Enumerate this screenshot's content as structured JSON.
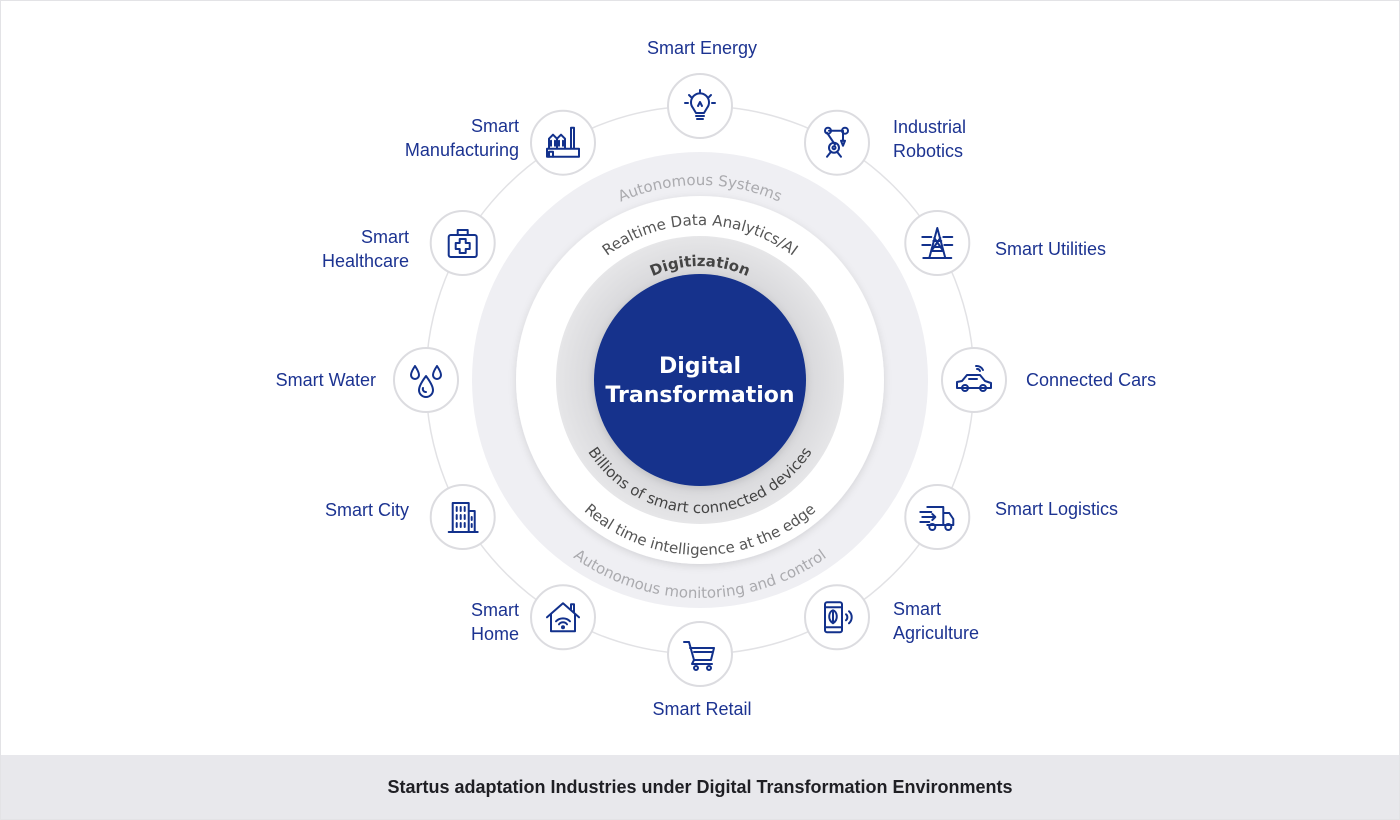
{
  "center": {
    "lines": [
      "Digital",
      "Transformation"
    ]
  },
  "rings": {
    "inner_top": "Digitization",
    "inner_bottom": "Billions of smart connected devices",
    "middle_top": "Realtime Data Analytics/AI",
    "middle_bottom": "Real time intelligence at the edge",
    "outer_top": "Autonomous Systems",
    "outer_bottom": "Autonomous monitoring and control"
  },
  "nodes": [
    {
      "icon": "lightbulb-icon",
      "lines": [
        "Smart Energy"
      ]
    },
    {
      "icon": "robot-arm-icon",
      "lines": [
        "Industrial",
        "Robotics"
      ]
    },
    {
      "icon": "power-tower-icon",
      "lines": [
        "Smart Utilities"
      ]
    },
    {
      "icon": "connected-car-icon",
      "lines": [
        "Connected Cars"
      ]
    },
    {
      "icon": "delivery-truck-icon",
      "lines": [
        "Smart Logistics"
      ]
    },
    {
      "icon": "phone-leaf-icon",
      "lines": [
        "Smart",
        "Agriculture"
      ]
    },
    {
      "icon": "shopping-cart-icon",
      "lines": [
        "Smart Retail"
      ]
    },
    {
      "icon": "smart-home-icon",
      "lines": [
        "Smart",
        "Home"
      ]
    },
    {
      "icon": "building-icon",
      "lines": [
        "Smart City"
      ]
    },
    {
      "icon": "water-drops-icon",
      "lines": [
        "Smart Water"
      ]
    },
    {
      "icon": "medical-kit-icon",
      "lines": [
        "Smart",
        "Healthcare"
      ]
    },
    {
      "icon": "factory-icon",
      "lines": [
        "Smart",
        "Manufacturing"
      ]
    }
  ],
  "footer": {
    "caption": "Startus adaptation Industries under Digital Transformation Environments"
  },
  "colors": {
    "brand_blue": "#12318c",
    "label_blue": "#1c3391",
    "outer_ring": "#efeff3",
    "inner_ring": "#e0e0e2"
  }
}
